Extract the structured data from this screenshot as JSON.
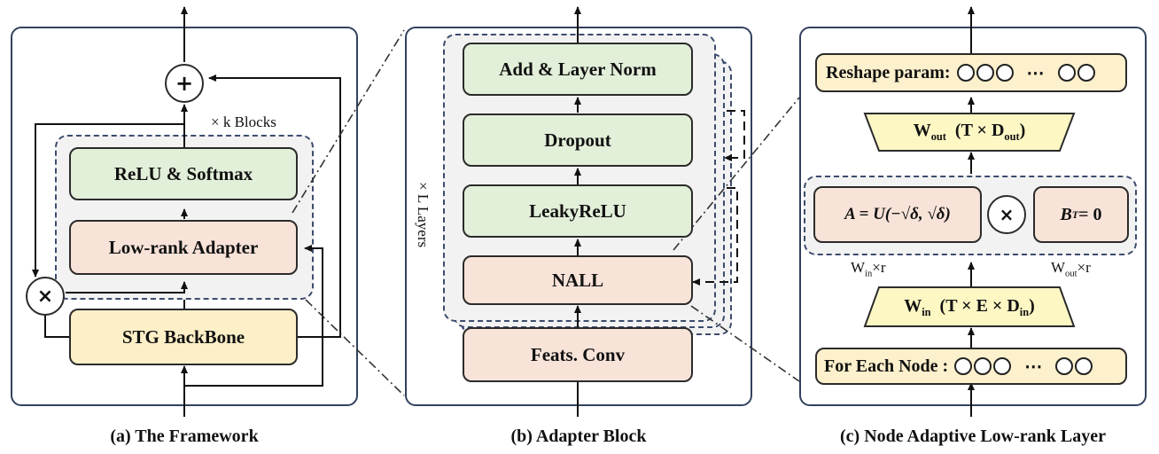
{
  "panel_a": {
    "caption": "(a) The Framework",
    "repeat_label": "× k Blocks",
    "relu_softmax": "ReLU & Softmax",
    "low_rank_adapter": "Low-rank Adapter",
    "stg_backbone": "STG BackBone",
    "plus_symbol": "+",
    "times_symbol": "×"
  },
  "panel_b": {
    "caption": "(b) Adapter Block",
    "repeat_label": "× L Layers",
    "add_layer_norm": "Add & Layer Norm",
    "dropout": "Dropout",
    "leaky_relu": "LeakyReLU",
    "nall": "NALL",
    "feats_conv": "Feats. Conv"
  },
  "panel_c": {
    "caption": "(c) Node Adaptive Low-rank Layer",
    "reshape_label": "Reshape param:",
    "ellipsis": "⋯",
    "w_out_main": "W",
    "w_out_sub": "out",
    "w_out_dims": "(T × D",
    "w_out_dims_sub": "out",
    "w_out_close": ")",
    "a_init": "A = U(−√δ, √δ)",
    "times_symbol": "×",
    "b_init": "B",
    "b_sup": "T",
    "b_eq": " = 0",
    "w_in_r_main": "W",
    "w_in_r_sub": "in",
    "w_in_r_tail": "×r",
    "w_out_r_main": "W",
    "w_out_r_sub": "out",
    "w_out_r_tail": "×r",
    "w_in_main": "W",
    "w_in_sub": "in",
    "w_in_dims": "(T × E × D",
    "w_in_dims_sub": "in",
    "w_in_close": ")",
    "for_each_label": "For Each Node :"
  }
}
